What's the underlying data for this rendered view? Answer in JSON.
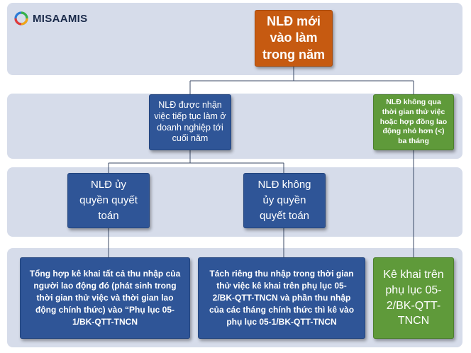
{
  "logo": {
    "text": "MISAAMIS"
  },
  "nodes": {
    "root": "NLĐ mới vào làm trong năm",
    "continued": "NLĐ được nhận việc tiếp tục làm ở doanh nghiệp tới cuối năm",
    "not_passed": "NLĐ không qua thời gian thử việc hoặc hợp đồng lao động nhỏ hơn (<) ba tháng",
    "authorized": "NLĐ ủy quyền quyết toán",
    "not_authorized": "NLĐ không ủy quyền quyết toán",
    "summary": "Tổng hợp kê khai tất cả thu nhập của người lao động đó (phát sinh trong thời gian thử việc và thời gian lao động chính thức) vào “Phụ lục 05-1/BK-QTT-TNCN",
    "separate": "Tách riêng thu nhập trong thời gian thử việc kê khai trên phụ lục 05-2/BK-QTT-TNCN và phần thu nhập của các tháng chính thức thì kê vào phụ lục 05-1/BK-QTT-TNCN",
    "declare": "Kê khai trên phụ lục 05-2/BK-QTT-TNCN"
  },
  "colors": {
    "band": "#d6dcea",
    "root": "#c65a11",
    "navy": "#2f5597",
    "green": "#5f9a3a",
    "connector": "#3b4a66"
  }
}
